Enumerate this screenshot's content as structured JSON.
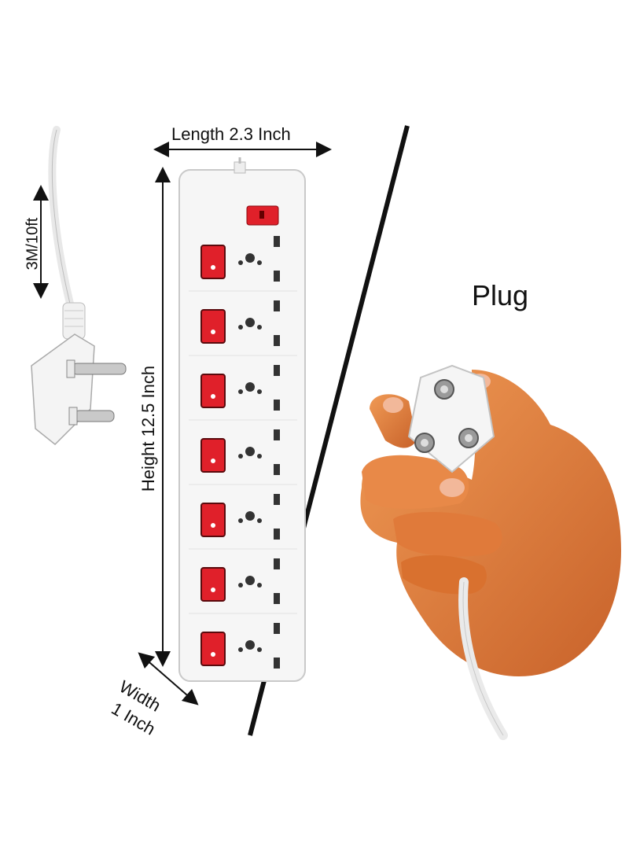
{
  "labels": {
    "length": "Length 2.3 Inch",
    "height": "Height 12.5 Inch",
    "width_line1": "Width",
    "width_line2": "1 Inch",
    "cable": "3M/10ft",
    "plug": "Plug"
  },
  "strip": {
    "socket_count": 7,
    "switch_color": "#e0202a",
    "body_color": "#f4f4f4"
  },
  "colors": {
    "skin": "#e07a3a",
    "divider": "#111111"
  },
  "icons": [
    "power-strip-icon",
    "plug-icon",
    "hand-icon"
  ]
}
